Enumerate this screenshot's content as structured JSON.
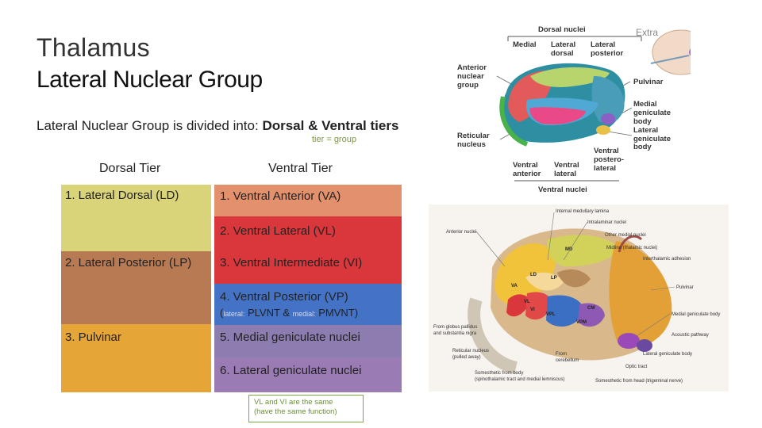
{
  "title": {
    "line1": "Thalamus",
    "line2": "Lateral Nuclear Group"
  },
  "subtitle": {
    "prefix": "Lateral Nuclear Group is divided into: ",
    "emphasis": "Dorsal & Ventral tiers"
  },
  "tier_note": "tier = group",
  "table": {
    "headers": {
      "dorsal": "Dorsal Tier",
      "ventral": "Ventral Tier"
    },
    "dorsal": [
      {
        "label": "1. Lateral Dorsal (LD)",
        "color": "#d9d37a"
      },
      {
        "label": "2. Lateral Posterior (LP)",
        "color": "#b87a52"
      },
      {
        "label": "3. Pulvinar",
        "color": "#e6a537"
      }
    ],
    "ventral": [
      {
        "label": "1. Ventral Anterior (VA)",
        "color": "#e3906c"
      },
      {
        "label": "2. Ventral Lateral (VL)",
        "color": "#d9373b"
      },
      {
        "label": "3. Ventral Intermediate (VI)",
        "color": "#d9373b"
      },
      {
        "label": "4. Ventral Posterior (VP)",
        "color": "#4472c4",
        "detail": {
          "open": "(",
          "lateral_tag": "lateral:",
          "lateral": "PLVNT",
          "amp": "&",
          "medial_tag": "medial:",
          "medial": "PMVNT",
          "close": ")"
        }
      },
      {
        "label": "5. Medial geniculate nuclei",
        "color": "#8d7cb0"
      },
      {
        "label": "6. Lateral geniculate nuclei",
        "color": "#9b7bb4"
      }
    ]
  },
  "note_box": {
    "line1": "VL and VI are the same",
    "line2": "(have the same function)"
  },
  "extra_label": "Extra",
  "figure_top": {
    "dorsal_nuclei": "Dorsal nuclei",
    "medial": "Medial",
    "lateral_dorsal_1": "Lateral",
    "lateral_dorsal_2": "dorsal",
    "lateral_posterior_1": "Lateral",
    "lateral_posterior_2": "posterior",
    "anterior_1": "Anterior",
    "anterior_2": "nuclear",
    "anterior_3": "group",
    "pulvinar": "Pulvinar",
    "mgb_1": "Medial",
    "mgb_2": "geniculate",
    "mgb_3": "body",
    "lgb_1": "Lateral",
    "lgb_2": "geniculate",
    "lgb_3": "body",
    "reticular_1": "Reticular",
    "reticular_2": "nucleus",
    "vpl_1": "Ventral",
    "vpl_2": "postero-",
    "vpl_3": "lateral",
    "va_1": "Ventral",
    "va_2": "anterior",
    "vl_1": "Ventral",
    "vl_2": "lateral",
    "ventral_nuclei": "Ventral nuclei"
  },
  "figure_bottom": {
    "internal_lamina": "Internal medullary lamina",
    "intralaminar": "Intralaminar nuclei",
    "other_medial": "Other medial nuclei",
    "anterior": "Anterior nuclei",
    "midline": "Midline (thalamic nuclei)",
    "interthalamic": "Interthalamic adhesion",
    "pulvinar": "Pulvinar",
    "mgb": "Medial geniculate body",
    "acoustic": "Acoustic pathway",
    "lgb": "Lateral geniculate body",
    "optic": "Optic tract",
    "somesthetic_head": "Somesthetic from head (trigeminal nerve)",
    "somesthetic_body_1": "Somesthetic from body",
    "somesthetic_body_2": "(spinothalamic tract and medial lemniscus)",
    "globus_1": "From globus pallidus",
    "globus_2": "and substantia nigra",
    "reticular_1": "Reticular nucleus",
    "reticular_2": "(pulled away)",
    "cerebellum_1": "From",
    "cerebellum_2": "cerebellum",
    "md": "MD",
    "lp": "LP",
    "ld": "LD",
    "va": "VA",
    "vl": "VL",
    "vi": "VI",
    "vpl": "VPL",
    "vpm": "VPM",
    "cm": "CM"
  }
}
